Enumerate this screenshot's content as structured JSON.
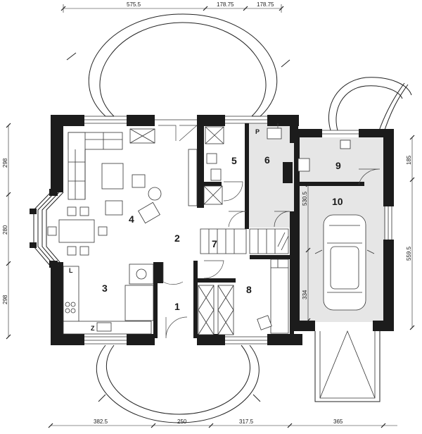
{
  "rooms": {
    "r1": "1",
    "r2": "2",
    "r3": "3",
    "r4": "4",
    "r5": "5",
    "r6": "6",
    "r7": "7",
    "r8": "8",
    "r9": "9",
    "r10": "10"
  },
  "dimensions": {
    "top": [
      "575.5",
      "178.75",
      "178.75"
    ],
    "bottom": [
      "382.5",
      "250",
      "317.5",
      "365"
    ],
    "left": [
      "298",
      "280",
      "298"
    ],
    "right": [
      "185",
      "559.5"
    ],
    "interior": [
      "530.5",
      "334"
    ]
  },
  "marks": {
    "pantry": "P",
    "stove": "L",
    "sink": "Z"
  },
  "colors": {
    "wall": "#1c1c1c",
    "floor_grey": "#e6e6e6",
    "line": "#222222"
  }
}
